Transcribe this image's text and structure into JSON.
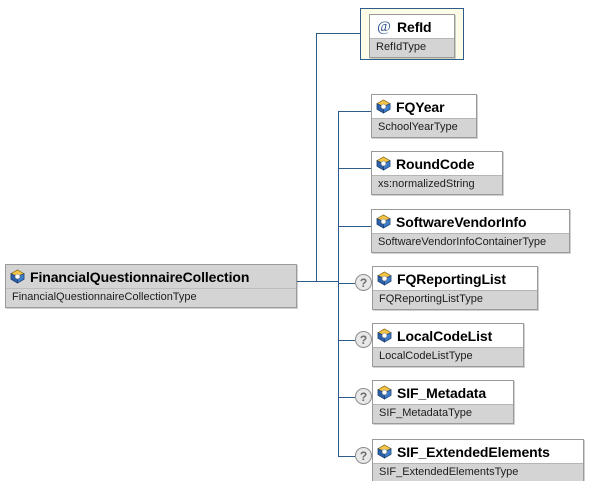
{
  "diagram": {
    "kind": "xml-schema-tree",
    "title": "FinancialQuestionnaireCollection schema",
    "colors": {
      "connector": "#2e5c8a",
      "node_border": "#9a9a9a",
      "type_band": "#d4d4d4",
      "attribute_frame_fill": "#fdfde8",
      "attribute_frame_border": "#2e5c8a",
      "optional_badge_fill": "#e8e8e8"
    }
  },
  "root": {
    "name": "FinancialQuestionnaireCollection",
    "type": "FinancialQuestionnaireCollectionType",
    "icon": "element-icon",
    "optional": false
  },
  "attributes": [
    {
      "name": "RefId",
      "type": "RefIdType",
      "icon": "attribute-icon",
      "icon_glyph": "@",
      "optional": false
    }
  ],
  "children": [
    {
      "name": "FQYear",
      "type": "SchoolYearType",
      "icon": "element-icon",
      "optional": false,
      "badge": ""
    },
    {
      "name": "RoundCode",
      "type": "xs:normalizedString",
      "icon": "element-icon",
      "optional": false,
      "badge": ""
    },
    {
      "name": "SoftwareVendorInfo",
      "type": "SoftwareVendorInfoContainerType",
      "icon": "element-icon",
      "optional": false,
      "badge": ""
    },
    {
      "name": "FQReportingList",
      "type": "FQReportingListType",
      "icon": "element-icon",
      "optional": true,
      "badge": "?"
    },
    {
      "name": "LocalCodeList",
      "type": "LocalCodeListType",
      "icon": "element-icon",
      "optional": true,
      "badge": "?"
    },
    {
      "name": "SIF_Metadata",
      "type": "SIF_MetadataType",
      "icon": "element-icon",
      "optional": true,
      "badge": "?"
    },
    {
      "name": "SIF_ExtendedElements",
      "type": "SIF_ExtendedElementsType",
      "icon": "element-icon",
      "optional": true,
      "badge": "?"
    }
  ]
}
